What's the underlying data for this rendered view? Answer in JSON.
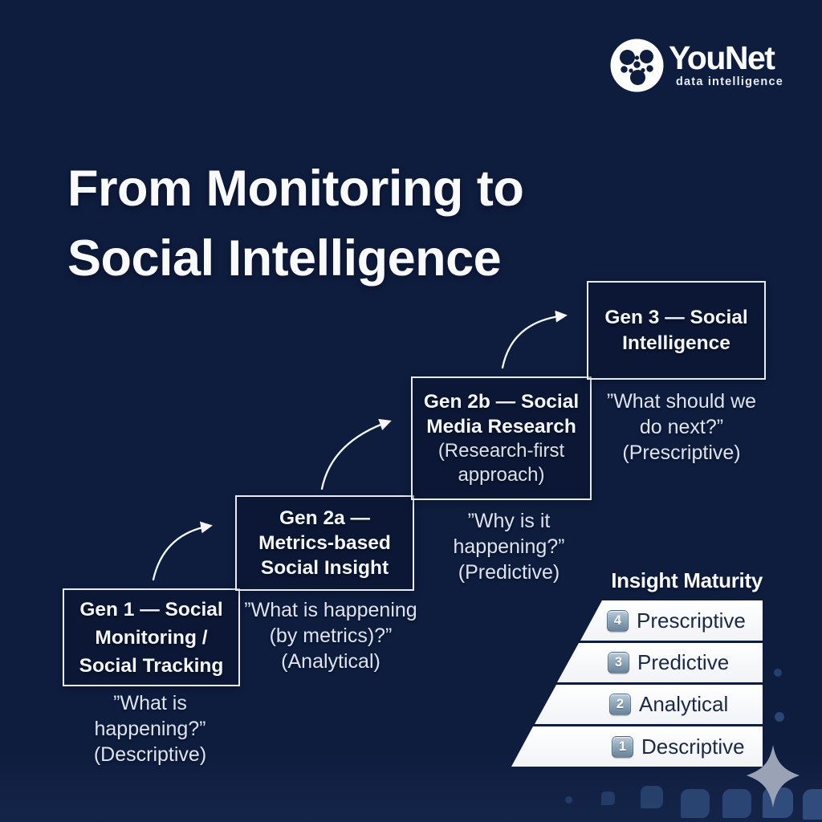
{
  "logo": {
    "name": "YouNet",
    "tagline": "data intelligence"
  },
  "title": {
    "line1": "From Monitoring to",
    "line2": "Social Intelligence"
  },
  "stages": [
    {
      "id": "gen1",
      "title": [
        "Gen 1 — Social",
        "Monitoring /",
        "Social Tracking"
      ],
      "caption": [
        "”What is",
        "happening?”",
        "(Descriptive)"
      ]
    },
    {
      "id": "gen2a",
      "title": [
        "Gen 2a —",
        "Metrics-based",
        "Social Insight"
      ],
      "caption": [
        "”What is happening",
        "(by metrics)?”",
        "(Analytical)"
      ]
    },
    {
      "id": "gen2b",
      "title": [
        "Gen 2b — Social",
        "Media Research"
      ],
      "subtitle": [
        "(Research-first",
        "approach)"
      ],
      "caption": [
        "”Why is it",
        "happening?”",
        "(Predictive)"
      ]
    },
    {
      "id": "gen3",
      "title": [
        "Gen 3 — Social",
        "Intelligence"
      ],
      "caption": [
        "”What should we",
        "do next?”",
        "(Prescriptive)"
      ]
    }
  ],
  "pyramid": {
    "title": "Insight Maturity",
    "levels": [
      {
        "num": "4",
        "label": "Prescriptive"
      },
      {
        "num": "3",
        "label": "Predictive"
      },
      {
        "num": "2",
        "label": "Analytical"
      },
      {
        "num": "1",
        "label": "Descriptive"
      }
    ]
  },
  "colors": {
    "background": "#0e1c3e",
    "box_border": "#e7ebf2",
    "text_light": "#f3f6fb",
    "bar_white": "#ffffff",
    "bar_text": "#1a2947",
    "badge": "#8ea6ba",
    "sparkle": "#99a3b5",
    "arrow": "#f5f7fa"
  }
}
